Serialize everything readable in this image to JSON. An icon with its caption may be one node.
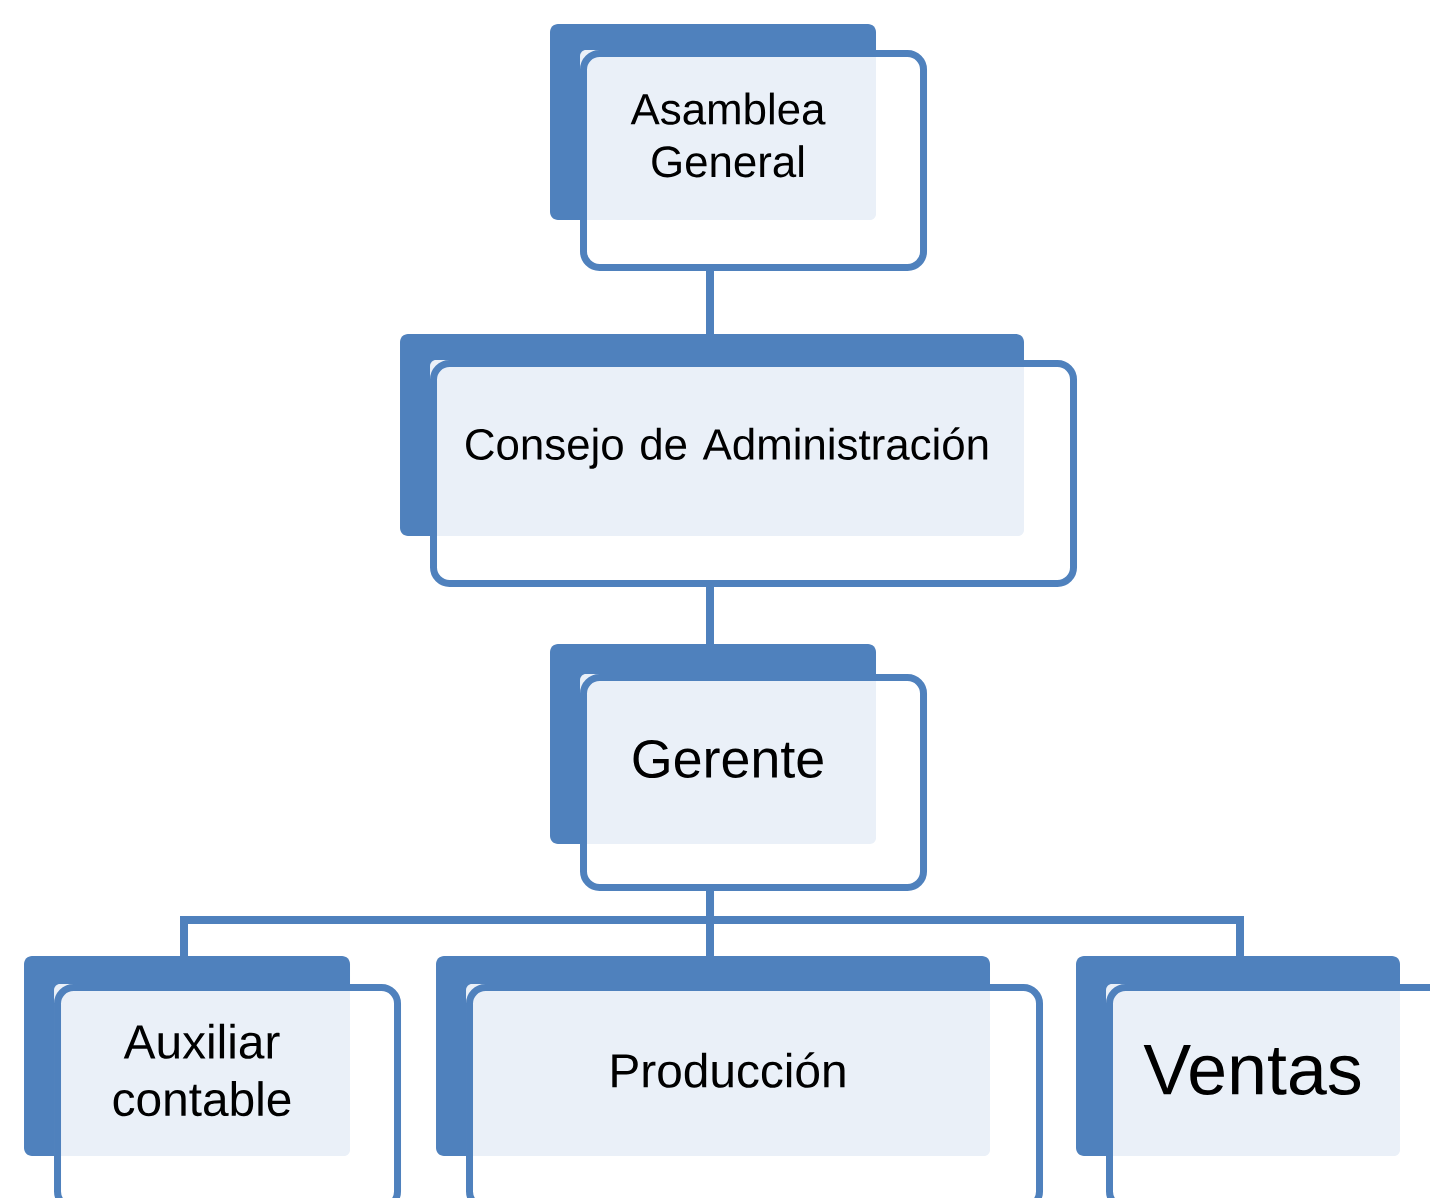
{
  "diagram": {
    "nodes": [
      {
        "text": [
          "Asamblea General"
        ]
      },
      {
        "text": [
          "Consejo de Administración"
        ]
      },
      {
        "text": [
          "Gerente"
        ]
      },
      {
        "text": [
          "Auxiliar contable"
        ]
      },
      {
        "text": [
          "Producción"
        ]
      },
      {
        "text": [
          "Ventas"
        ]
      }
    ],
    "edges": [
      {
        "from": 0,
        "to": 1,
        "arrow": "none"
      },
      {
        "from": 1,
        "to": 2,
        "arrow": "none"
      },
      {
        "from": 2,
        "to": 3,
        "arrow": "none"
      },
      {
        "from": 2,
        "to": 4,
        "arrow": "none"
      },
      {
        "from": 2,
        "to": 5,
        "arrow": "none"
      }
    ]
  }
}
